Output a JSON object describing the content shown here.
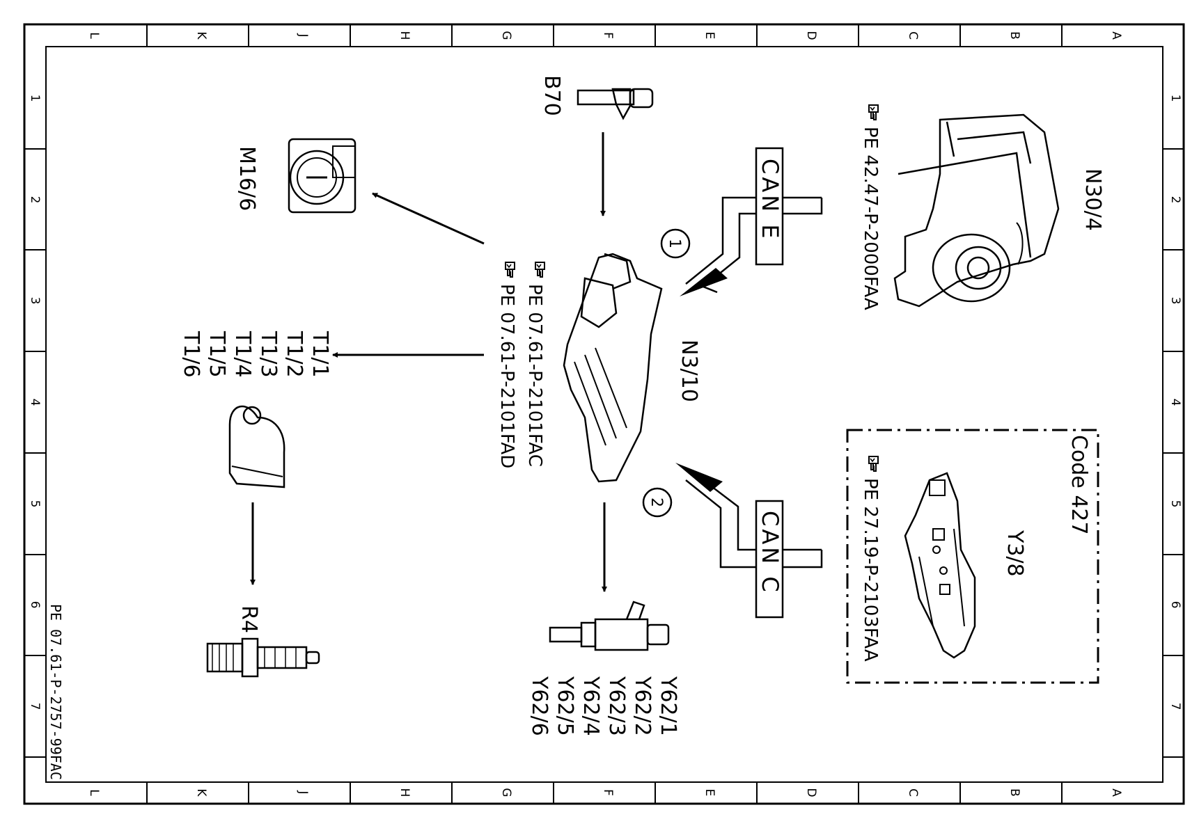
{
  "frame": {
    "col_letters": [
      "L",
      "K",
      "J",
      "H",
      "G",
      "F",
      "E",
      "D",
      "C",
      "B",
      "A"
    ],
    "row_numbers": [
      "1",
      "2",
      "3",
      "4",
      "5",
      "6",
      "7"
    ]
  },
  "components": {
    "n30_4": "N30/4",
    "n3_10": "N3/10",
    "m16_6": "M16/6",
    "b70": "B70",
    "y3_8": "Y3/8",
    "r4": "R4",
    "code_box": "Code 427",
    "t_outputs": [
      "T1/1",
      "T1/2",
      "T1/3",
      "T1/4",
      "T1/5",
      "T1/6"
    ],
    "y62_outputs": [
      "Y62/1",
      "Y62/2",
      "Y62/3",
      "Y62/4",
      "Y62/5",
      "Y62/6"
    ]
  },
  "references": {
    "n30_4_ref": "PE 42.47-P-2000FAA",
    "n3_10_ref_1": "PE 07.61-P-2101FAC",
    "n3_10_ref_2": "PE 07.61-P-2101FAD",
    "y3_8_ref": "PE 27.19-P-2103FAA"
  },
  "buses": {
    "can_e": "CAN E",
    "can_c": "CAN C",
    "marker_1": "1",
    "marker_2": "2"
  },
  "footer_id": "PE 07.61-P-2757-99FAC",
  "icons": [
    "hand-pointer-icon"
  ]
}
